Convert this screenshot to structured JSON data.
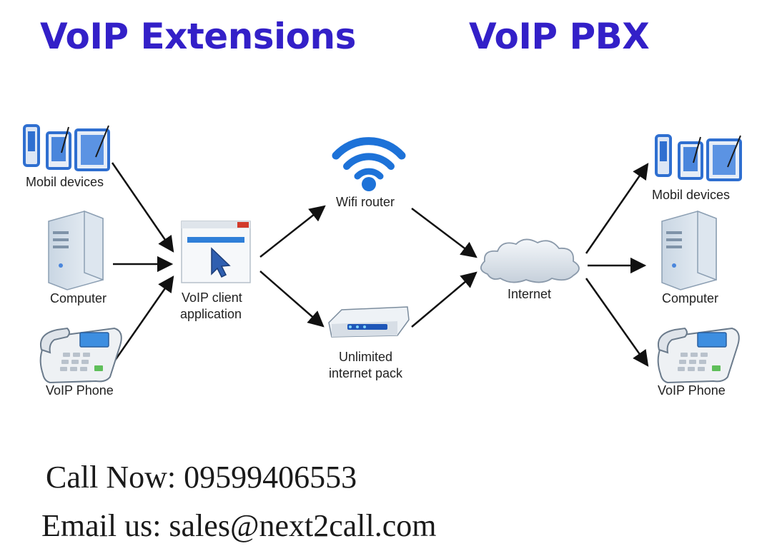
{
  "headings": {
    "left": "VoIP Extensions",
    "right": "VoIP PBX"
  },
  "colors": {
    "heading": "#3320c8",
    "arrow": "#111111",
    "wifi": "#1d72d8",
    "device_blue": "#2f6fd0",
    "cloud": "#dfe6ee"
  },
  "nodes": {
    "mobile_left": {
      "label": "Mobil devices",
      "icon": "mobile-devices-icon"
    },
    "computer_left": {
      "label": "Computer",
      "icon": "computer-tower-icon"
    },
    "phone_left": {
      "label": "VoIP Phone",
      "icon": "desk-phone-icon"
    },
    "client_app": {
      "label_line1": "VoIP client",
      "label_line2": "application",
      "icon": "app-window-cursor-icon"
    },
    "wifi_router": {
      "label": "Wifi router",
      "icon": "wifi-icon"
    },
    "modem": {
      "label_line1": "Unlimited",
      "label_line2": "internet pack",
      "icon": "modem-icon"
    },
    "internet": {
      "label": "Internet",
      "icon": "cloud-icon"
    },
    "mobile_right": {
      "label": "Mobil devices",
      "icon": "mobile-devices-icon"
    },
    "computer_right": {
      "label": "Computer",
      "icon": "computer-tower-icon"
    },
    "phone_right": {
      "label": "VoIP Phone",
      "icon": "desk-phone-icon"
    }
  },
  "contact": {
    "call": "Call Now: 09599406553",
    "email": "Email us: sales@next2call.com"
  }
}
